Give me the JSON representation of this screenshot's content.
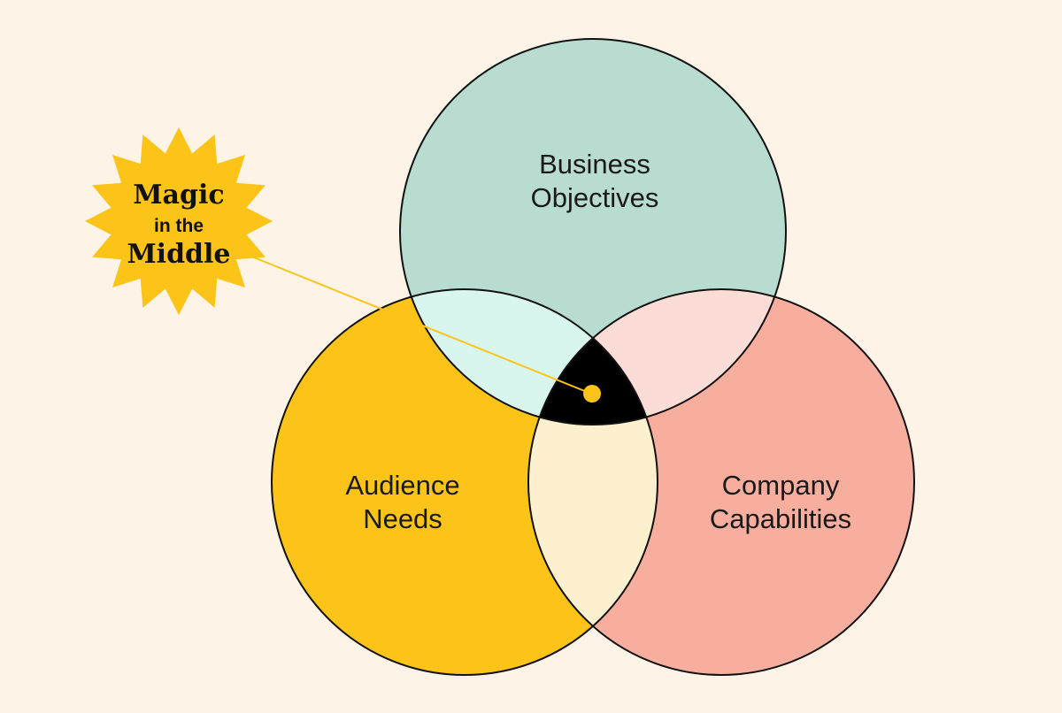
{
  "badge": {
    "line1": "Magic",
    "line2": "in the",
    "line3": "Middle"
  },
  "circles": {
    "business": {
      "line1": "Business",
      "line2": "Objectives"
    },
    "audience": {
      "line1": "Audience",
      "line2": "Needs"
    },
    "company": {
      "line1": "Company",
      "line2": "Capabilities"
    }
  },
  "colors": {
    "background": "#fdf3e7",
    "business": "#b9dcd1",
    "audience": "#fcc419",
    "company": "#f7ae9f",
    "business_audience_overlap": "#d9f6ee",
    "business_company_overlap": "#fcdcd6",
    "audience_company_overlap": "#fdf0cf",
    "center": "#000000",
    "badge": "#fcc419",
    "pointer": "#fcc419"
  }
}
